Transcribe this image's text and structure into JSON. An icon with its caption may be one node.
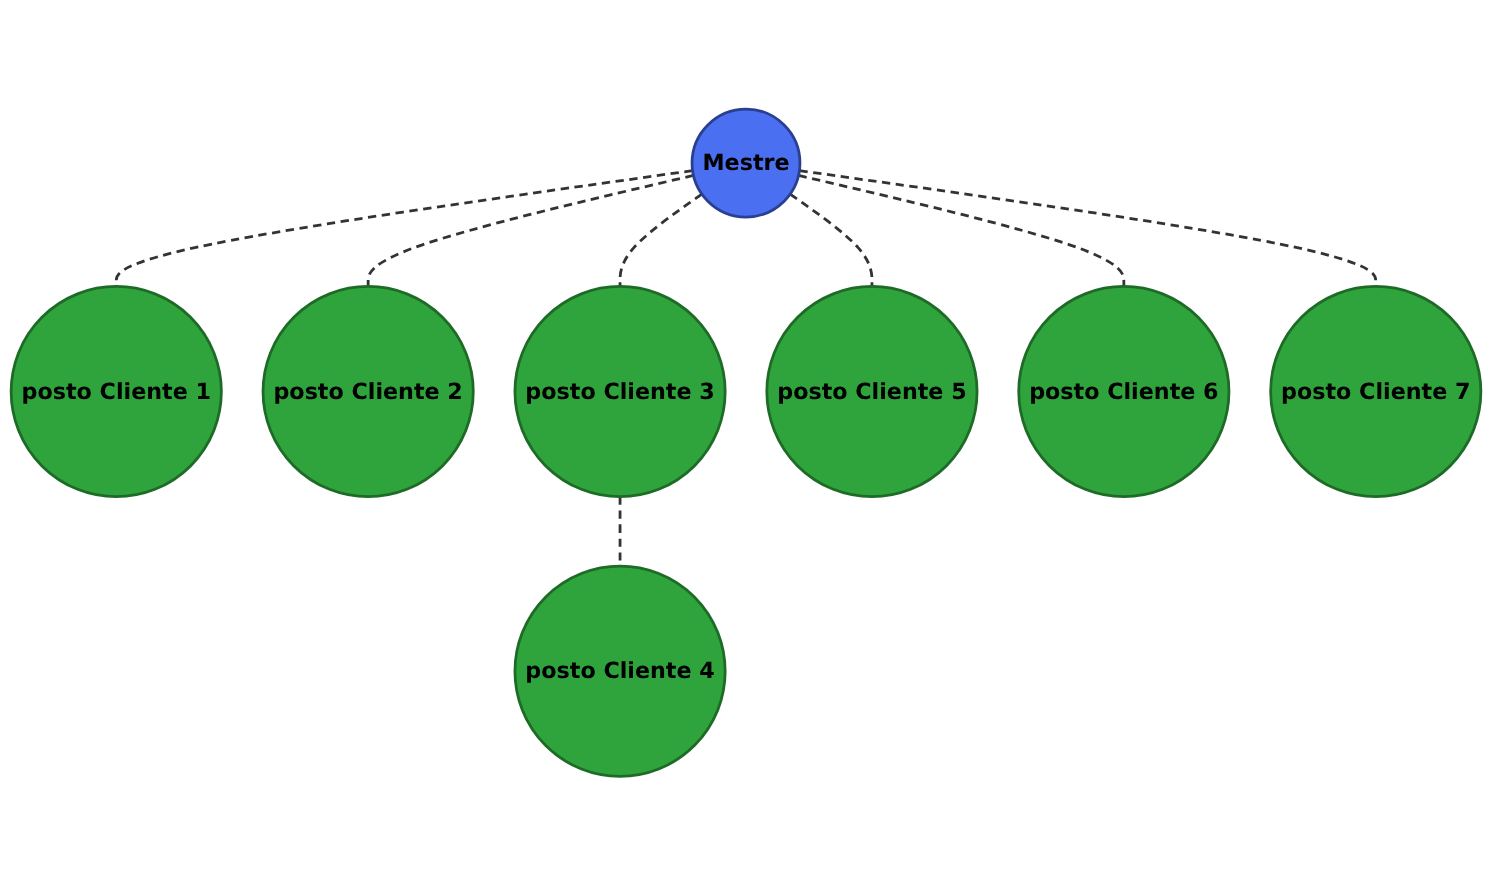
{
  "diagram": {
    "nodes": [
      {
        "text": [
          "Mestre"
        ]
      },
      {
        "text": [
          "posto Cliente 1"
        ]
      },
      {
        "text": [
          "posto Cliente 2"
        ]
      },
      {
        "text": [
          "posto Cliente 3"
        ]
      },
      {
        "text": [
          "posto Cliente 4"
        ]
      },
      {
        "text": [
          "posto Cliente 5"
        ]
      },
      {
        "text": [
          "posto Cliente 6"
        ]
      },
      {
        "text": [
          "posto Cliente 7"
        ]
      }
    ],
    "edges": [
      {
        "from": 0,
        "to": 5,
        "arrow": "none",
        "style": "dashed"
      },
      {
        "from": 0,
        "to": 1,
        "arrow": "none",
        "style": "dashed"
      },
      {
        "from": 0,
        "to": 6,
        "arrow": "none",
        "style": "dashed"
      },
      {
        "from": 0,
        "to": 7,
        "arrow": "none",
        "style": "dashed"
      },
      {
        "from": 0,
        "to": 2,
        "arrow": "none",
        "style": "dashed"
      },
      {
        "from": 0,
        "to": 3,
        "arrow": "none",
        "style": "dashed"
      },
      {
        "from": 3,
        "to": 4,
        "arrow": "none",
        "style": "dashed"
      }
    ]
  }
}
